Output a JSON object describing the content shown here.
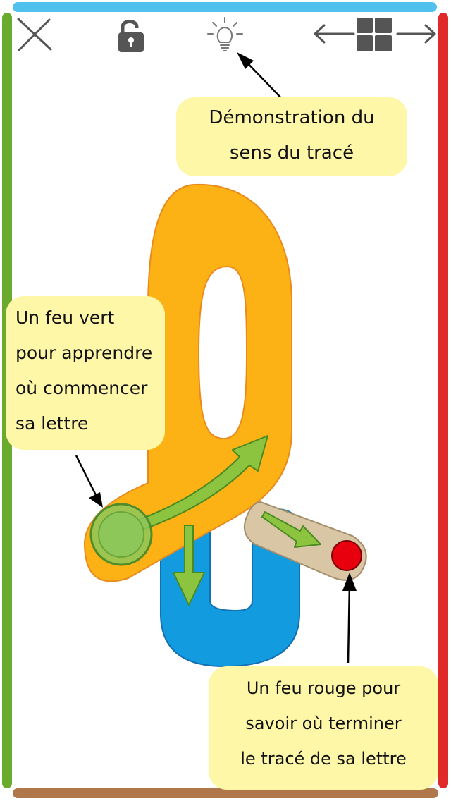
{
  "colors": {
    "edge_top": "#4fc1ec",
    "edge_left": "#6aab2e",
    "edge_right": "#e02a2a",
    "edge_bottom": "#b0774b",
    "letter_d": "#fcb214",
    "letter_u": "#139be0",
    "end_stroke": "#d9c6a4",
    "start_dot": "#8dc75a",
    "end_dot": "#e8000e",
    "direction_arrow": "#8cc43f",
    "callout_bg": "#fef7a8"
  },
  "toolbar": {
    "close_icon": "close-icon",
    "lock_icon": "lock-icon",
    "hint_icon": "lightbulb-icon",
    "prev_icon": "arrow-left-icon",
    "grid_icon": "grid-icon",
    "next_icon": "arrow-right-icon"
  },
  "callouts": {
    "demo": {
      "line1": "Démonstration du",
      "line2": "sens du tracé"
    },
    "green_light": {
      "line1": "Un feu vert",
      "line2": "pour apprendre",
      "line3": "où commencer",
      "line4": "sa lettre"
    },
    "red_light": {
      "line1": "Un feu rouge pour",
      "line2": "savoir où terminer",
      "line3": "le tracé de sa lettre"
    }
  }
}
